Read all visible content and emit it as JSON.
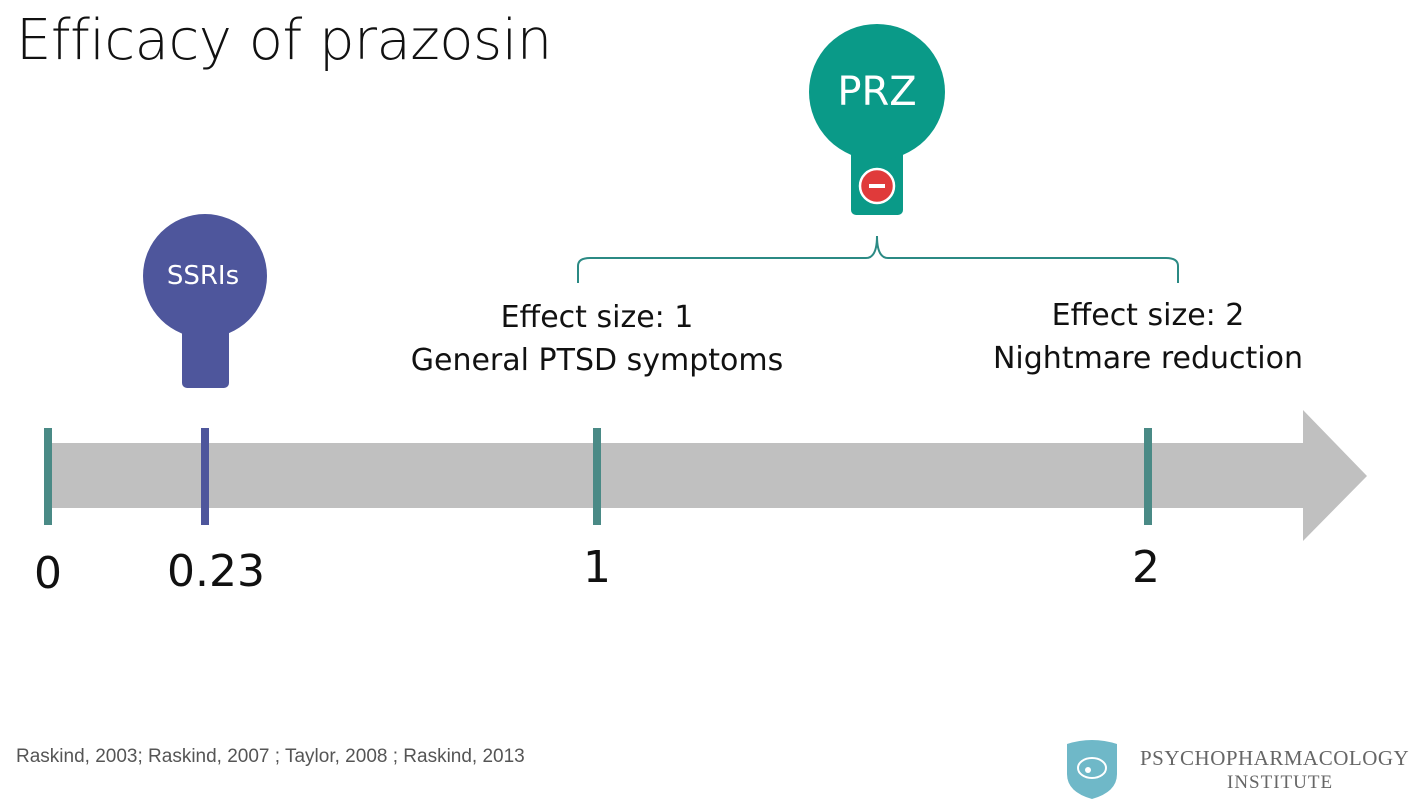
{
  "title": "Efficacy of prazosin",
  "colors": {
    "teal": "#4a8a86",
    "purple": "#4e569c",
    "prz_fill": "#0a9a88",
    "arrow": "#c0c0c0",
    "minus_badge": "#e03a3a"
  },
  "scale": {
    "ticks": [
      {
        "label": "0",
        "color": "teal"
      },
      {
        "label": "0.23",
        "color": "purple"
      },
      {
        "label": "1",
        "color": "teal"
      },
      {
        "label": "2",
        "color": "teal"
      }
    ]
  },
  "markers": {
    "ssri": {
      "label": "SSRIs"
    },
    "prz": {
      "label": "PRZ",
      "badge_icon": "minus-icon"
    }
  },
  "effects": [
    {
      "line1": "Effect size: 1",
      "line2": "General PTSD symptoms"
    },
    {
      "line1": "Effect size: 2",
      "line2": "Nightmare reduction"
    }
  ],
  "citation": "Raskind, 2003; Raskind, 2007 ; Taylor, 2008 ; Raskind, 2013",
  "logo": {
    "line1": "PSYCHOPHARMACOLOGY",
    "line2": "INSTITUTE"
  }
}
